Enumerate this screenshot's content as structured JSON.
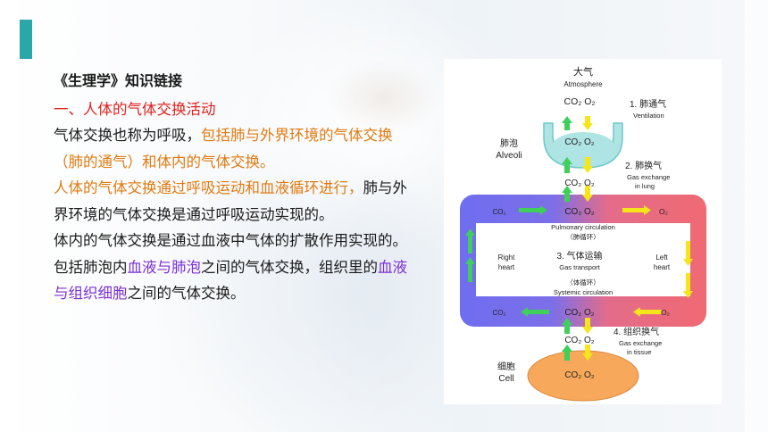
{
  "text": {
    "title": "《生理学》知识链接",
    "heading": "一、人体的气体交换活动",
    "p1_a": "气体交换也称为呼吸，",
    "p1_b": "包括肺与外界环境的气体交换（肺的通气）和体内的气体交换。",
    "p2_a": "人体的气体交换通过呼吸运动和血液循环进行，",
    "p2_b": "肺与外界环境的气体交换是通过呼吸运动实现的。",
    "p3_a": "体内的气体交换是通过血液中气体的扩散作用实现的。包括肺泡内",
    "p3_b": "血液与肺泡",
    "p3_c": "之间的气体交换，组织里的",
    "p3_d": "血液与组织细胞",
    "p3_e": "之间的气体交换。"
  },
  "diagram": {
    "atmosphere_cn": "大气",
    "atmosphere_en": "Atmosphere",
    "alveoli_cn": "肺泡",
    "alveoli_en": "Alveoli",
    "cell_cn": "细胞",
    "cell_en": "Cell",
    "step1_cn": "1. 肺通气",
    "step1_en": "Ventilation",
    "step2_cn": "2. 肺换气",
    "step2_en_1": "Gas exchange",
    "step2_en_2": "in lung",
    "step3_cn": "3. 气体运输",
    "step3_en": "Gas transport",
    "step4_cn": "4. 组织换气",
    "step4_en_1": "Gas exchange",
    "step4_en_2": "in tissue",
    "pulmonary_en": "Pulmonary circulation",
    "pulmonary_cn": "（肺循环）",
    "systemic_cn": "（体循环）",
    "systemic_en": "Systemic circulation",
    "right_heart_1": "Right",
    "right_heart_2": "heart",
    "left_heart_1": "Left",
    "left_heart_2": "heart",
    "co2": "CO₂",
    "o2": "O₂",
    "co2_o2": "CO₂ O₂",
    "colors": {
      "blue_loop": "#6f6df0",
      "red_loop": "#f06a73",
      "alveoli_fill": "#aee4e4",
      "cell_fill": "#f7a85a",
      "arrow_green": "#3fcf5a",
      "arrow_yellow": "#f5e61a"
    }
  }
}
